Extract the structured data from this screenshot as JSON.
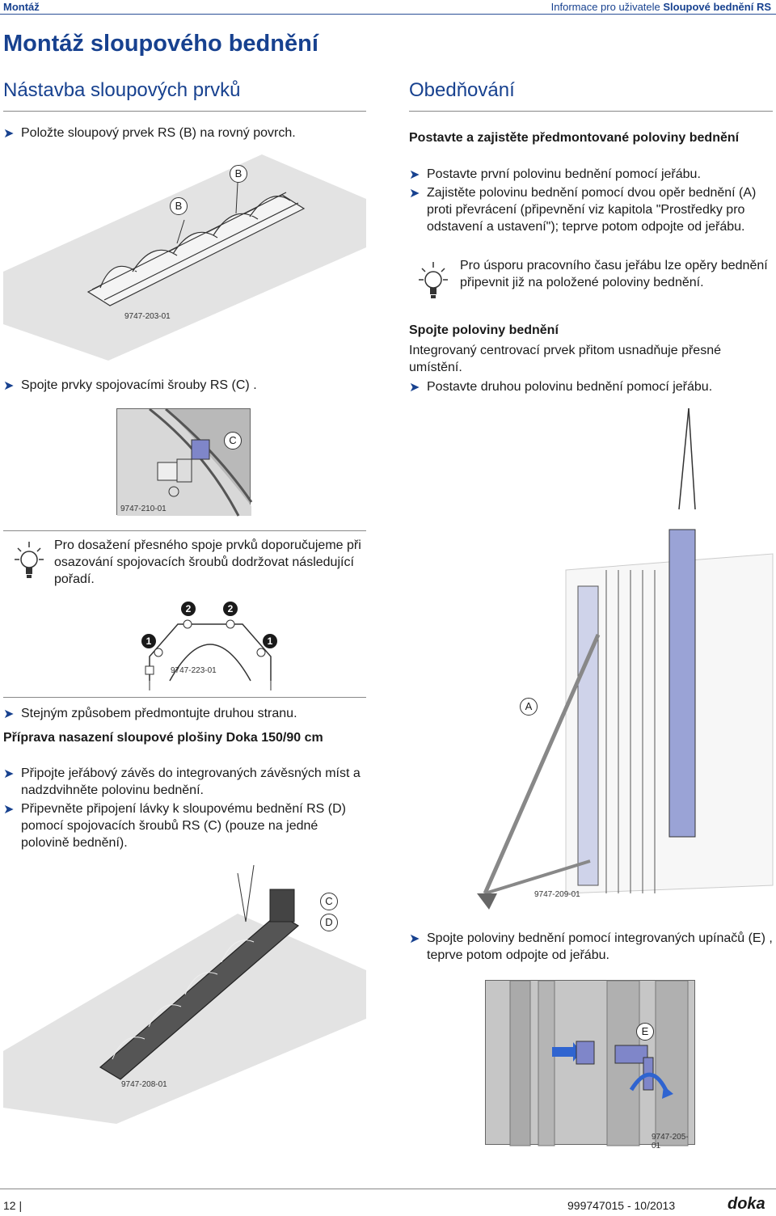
{
  "header": {
    "left": "Montáž",
    "right_prefix": "Informace pro uživatele ",
    "right_bold": "Sloupové bednění RS"
  },
  "title": "Montáž sloupového bednění",
  "left": {
    "section_title": "Nástavba sloupových prvků",
    "step1": "Položte sloupový prvek RS (B) na rovný povrch.",
    "fig1": {
      "code": "9747-203-01",
      "callout_a": "B",
      "callout_b": "B"
    },
    "step2": "Spojte prvky spojovacími šrouby RS (C) .",
    "fig2": {
      "code": "9747-210-01",
      "callout": "C"
    },
    "tip": "Pro dosažení přesného spoje prvků doporučujeme při osazování spojovacích šroubů dodržovat následující pořadí.",
    "fig3": {
      "code": "9747-223-01",
      "n1": "1",
      "n2": "2"
    },
    "step3": "Stejným způsobem předmontujte druhou stranu.",
    "sub_heading": "Příprava nasazení sloupové plošiny Doka 150/90 cm",
    "step4": "Připojte jeřábový závěs do integrovaných závěsných míst a nadzdvihněte polovinu bednění.",
    "step5": "Připevněte připojení lávky k sloupovému bednění RS (D) pomocí spojovacích šroubů RS (C) (pouze na jedné polovině bednění).",
    "fig4": {
      "code": "9747-208-01",
      "callout_c": "C",
      "callout_d": "D"
    }
  },
  "right": {
    "section_title": "Obedňování",
    "sub1": "Postavte a zajistěte předmontované poloviny bednění",
    "step1": "Postavte první polovinu bednění pomocí jeřábu.",
    "step2": "Zajistěte polovinu bednění pomocí dvou opěr bednění (A) proti převrácení (připevnění viz kapitola \"Prostředky pro odstavení a ustavení\"); teprve potom odpojte od jeřábu.",
    "tip": "Pro úsporu pracovního času jeřábu lze opěry bednění připevnit již na položené poloviny bednění.",
    "sub2": "Spojte poloviny bednění",
    "para": "Integrovaný centrovací prvek přitom usnadňuje přesné umístění.",
    "step3": "Postavte druhou polovinu bednění pomocí jeřábu.",
    "fig5": {
      "code": "9747-209-01",
      "callout": "A"
    },
    "step4": "Spojte poloviny bednění pomocí integrovaných upínačů (E) , teprve potom odpojte od jeřábu.",
    "fig6": {
      "code": "9747-205-01",
      "callout": "E"
    }
  },
  "footer": {
    "page": "12",
    "doc": "999747015 - 10/2013",
    "logo": "doka"
  },
  "colors": {
    "accent": "#17418f",
    "formwork": "#9aa3d6",
    "dark": "#2b2b2b"
  }
}
